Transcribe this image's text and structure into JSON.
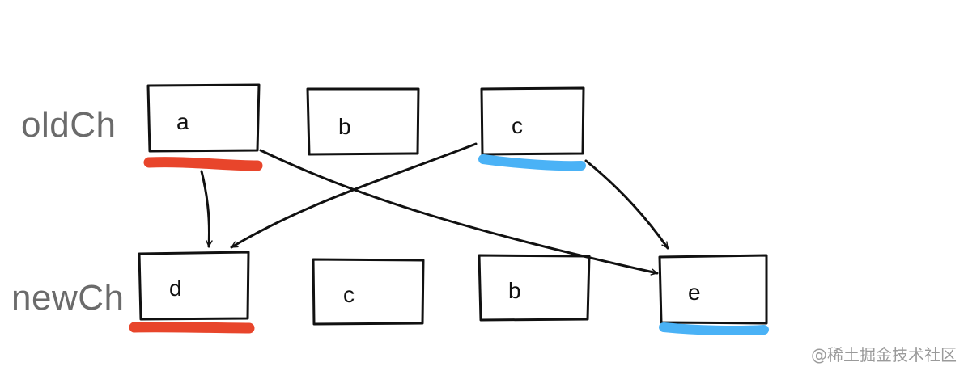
{
  "rows": {
    "old_label": "oldCh",
    "new_label": "newCh"
  },
  "old_nodes": [
    {
      "id": "old-a",
      "label": "a",
      "marker": "red"
    },
    {
      "id": "old-b",
      "label": "b",
      "marker": null
    },
    {
      "id": "old-c",
      "label": "c",
      "marker": "blue"
    }
  ],
  "new_nodes": [
    {
      "id": "new-d",
      "label": "d",
      "marker": "red"
    },
    {
      "id": "new-c",
      "label": "c",
      "marker": null
    },
    {
      "id": "new-b",
      "label": "b",
      "marker": null
    },
    {
      "id": "new-e",
      "label": "e",
      "marker": "blue"
    }
  ],
  "edges": [
    {
      "from": "old-a",
      "to": "new-d"
    },
    {
      "from": "old-a",
      "to": "new-e"
    },
    {
      "from": "old-c",
      "to": "new-d"
    },
    {
      "from": "old-c",
      "to": "new-e"
    }
  ],
  "colors": {
    "red_marker": "#e8452b",
    "blue_marker": "#4ab2f6",
    "stroke": "#111111",
    "row_label": "#6b6b6b",
    "watermark": "#9a9a9a"
  },
  "watermark": "@稀土掘金技术社区"
}
